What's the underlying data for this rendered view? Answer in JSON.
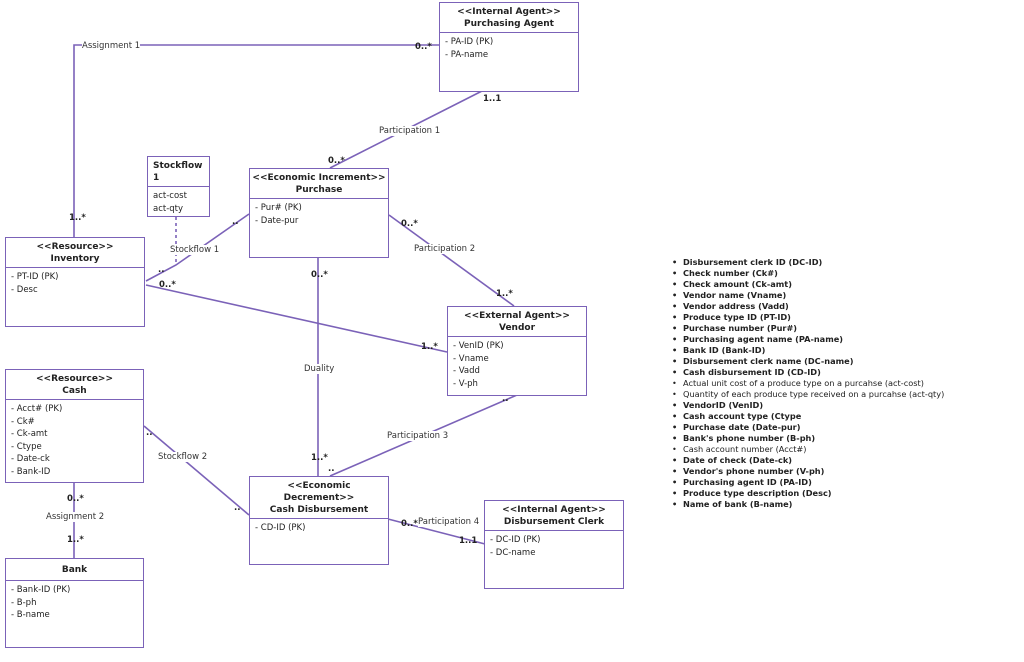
{
  "colors": {
    "line": "#7b62b8"
  },
  "classes": {
    "purchasing_agent": {
      "stereotype": "<<Internal Agent>>",
      "name": "Purchasing Agent",
      "attrs": [
        "- PA-ID (PK)",
        "- PA-name"
      ]
    },
    "stockflow1": {
      "name": "Stockflow 1",
      "attrs": [
        "act-cost",
        "act-qty"
      ]
    },
    "purchase": {
      "stereotype": "<<Economic Increment>>",
      "name": "Purchase",
      "attrs": [
        "- Pur# (PK)",
        "- Date-pur"
      ]
    },
    "inventory": {
      "stereotype": "<<Resource>>",
      "name": "Inventory",
      "attrs": [
        "- PT-ID (PK)",
        "- Desc"
      ]
    },
    "vendor": {
      "stereotype": "<<External Agent>>",
      "name": "Vendor",
      "attrs": [
        "- VenID (PK)",
        "- Vname",
        "- Vadd",
        "- V-ph"
      ]
    },
    "cash": {
      "stereotype": "<<Resource>>",
      "name": "Cash",
      "attrs": [
        "- Acct# (PK)",
        "- Ck#",
        "- Ck-amt",
        "- Ctype",
        "- Date-ck",
        "- Bank-ID"
      ]
    },
    "cash_disbursement": {
      "stereotype": "<<Economic Decrement>>",
      "name": "Cash Disbursement",
      "attrs": [
        "- CD-ID (PK)"
      ]
    },
    "disbursement_clerk": {
      "stereotype": "<<Internal Agent>>",
      "name": "Disbursement Clerk",
      "attrs": [
        "- DC-ID (PK)",
        "- DC-name"
      ]
    },
    "bank": {
      "name": "Bank",
      "attrs": [
        "- Bank-ID (PK)",
        "- B-ph",
        "- B-name"
      ]
    }
  },
  "associations": {
    "assignment1": "Assignment 1",
    "participation1": "Participation 1",
    "stockflow1": "Stockflow 1",
    "participation2": "Participation 2",
    "duality": "Duality",
    "participation3": "Participation 3",
    "stockflow2": "Stockflow 2",
    "participation4": "Participation 4",
    "assignment2": "Assignment 2"
  },
  "multiplicities": {
    "a1_pa": "0..*",
    "a1_inv": "1..*",
    "p1_pa": "1..1",
    "p1_pur": "0..*",
    "s1_pur": "..",
    "s1_inv": "..",
    "p2_pur": "0..*",
    "p2_ven": "1..*",
    "iv_inv": "0..*",
    "iv_ven": "1..*",
    "du_pur": "0..*",
    "du_cd": "1..*",
    "p3_ven": "..",
    "p3_cd": "..",
    "s2_cash": "..",
    "s2_cd": "..",
    "p4_cd": "0..*",
    "p4_dc": "1..1",
    "a2_cash": "0..*",
    "a2_bank": "1..*"
  },
  "legend": [
    {
      "text": "Disbursement clerk ID (DC-ID)",
      "bold": true
    },
    {
      "text": "Check number (Ck#)",
      "bold": true
    },
    {
      "text": "Check amount (Ck-amt)",
      "bold": true
    },
    {
      "text": "Vendor name (Vname)",
      "bold": true
    },
    {
      "text": "Vendor address (Vadd)",
      "bold": true
    },
    {
      "text": "Produce type ID (PT-ID)",
      "bold": true
    },
    {
      "text": "Purchase number (Pur#)",
      "bold": true
    },
    {
      "text": "Purchasing agent name (PA-name)",
      "bold": true
    },
    {
      "text": "Bank ID (Bank-ID)",
      "bold": true
    },
    {
      "text": "Disbursement clerk name (DC-name)",
      "bold": true
    },
    {
      "text": "Cash disbursement ID (CD-ID)",
      "bold": true
    },
    {
      "text": "Actual unit cost of a produce type on a purcahse (act-cost)",
      "bold": false
    },
    {
      "text": "Quantity of each produce type received on a purcahse (act-qty)",
      "bold": false
    },
    {
      "text": "VendorID (VenID)",
      "bold": true
    },
    {
      "text": "Cash account type (Ctype",
      "bold": true
    },
    {
      "text": "Purchase date (Date-pur)",
      "bold": true
    },
    {
      "text": "Bank's phone number (B-ph)",
      "bold": true
    },
    {
      "text": "Cash account number (Acct#)",
      "bold": false
    },
    {
      "text": "Date of check (Date-ck)",
      "bold": true
    },
    {
      "text": "Vendor's phone number (V-ph)",
      "bold": true
    },
    {
      "text": "Purchasing agent ID (PA-ID)",
      "bold": true
    },
    {
      "text": "Produce type description (Desc)",
      "bold": true
    },
    {
      "text": "Name of bank (B-name)",
      "bold": true
    }
  ]
}
